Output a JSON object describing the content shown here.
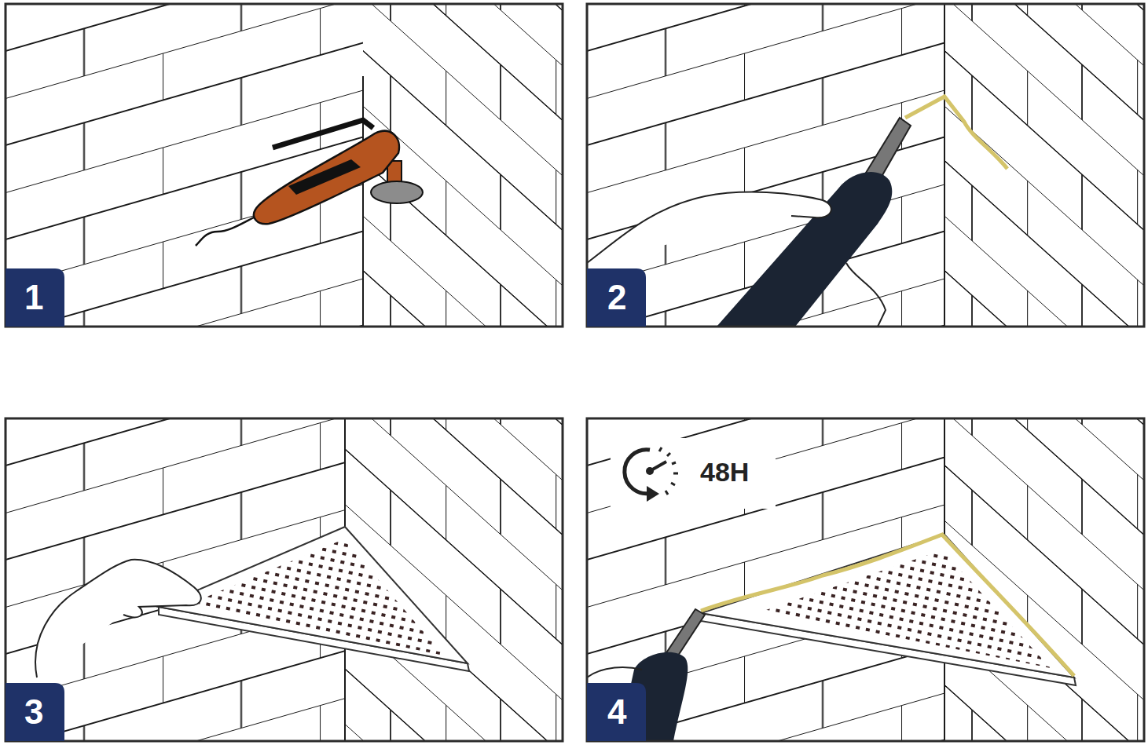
{
  "diagram": {
    "labels": [
      "1",
      "2",
      "3",
      "4",
      "48H"
    ]
  }
}
